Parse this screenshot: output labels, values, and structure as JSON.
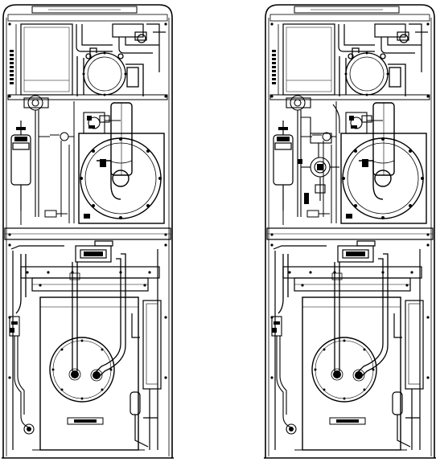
{
  "figure": {
    "units": [
      {
        "id": "left-unit",
        "variant": "standard"
      },
      {
        "id": "right-unit",
        "variant": "with-additional-valve-assembly"
      }
    ],
    "colors": {
      "line": "#000000",
      "background": "#ffffff",
      "fill_dark": "#1a1a1a"
    }
  }
}
